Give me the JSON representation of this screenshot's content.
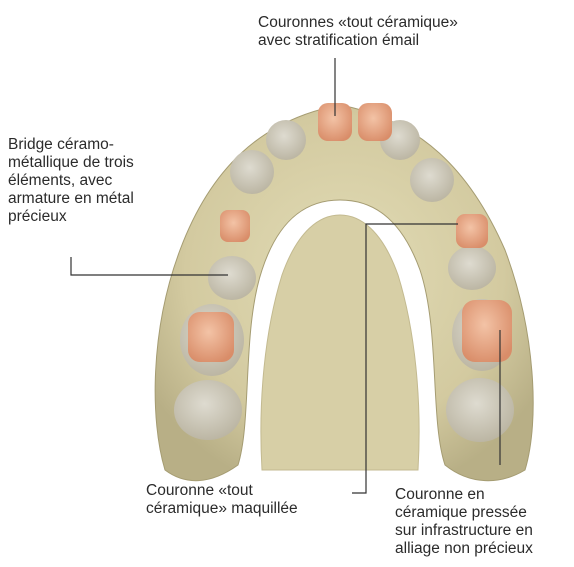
{
  "labels": {
    "top": "Couronnes «tout céramique»\navec stratification émail",
    "left": "Bridge céramo-\nmétallique de trois\néléments, avec\narmature en métal\nprécieux",
    "bottom_left": "Couronne «tout\ncéramique» maquillée",
    "bottom_right": "Couronne en\ncéramique pressée\nsur infrastructure en\nalliage non précieux"
  },
  "colors": {
    "plaster": "#d8d0a6",
    "plaster_shadow": "#b5ad82",
    "tooth": "#cdc8b8",
    "crown": "#e8a585",
    "leader": "#333333"
  }
}
